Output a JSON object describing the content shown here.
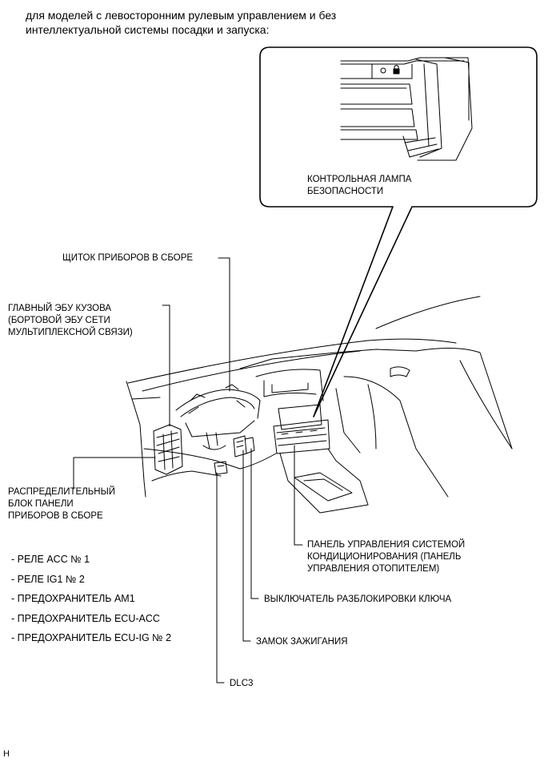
{
  "header": {
    "line1": "для моделей с левосторонним рулевым управлением и без",
    "line2": "интеллектуальной системы посадки и запуска:"
  },
  "callouts": {
    "security_lamp": "КОНТРОЛЬНАЯ ЛАМПА\nБЕЗОПАСНОСТИ",
    "cluster": "ЩИТОК ПРИБОРОВ В СБОРЕ",
    "main_body_ecu": "ГЛАВНЫЙ ЭБУ КУЗОВА\n(БОРТОВОЙ ЭБУ СЕТИ\nМУЛЬТИПЛЕКСНОЙ СВЯЗИ)",
    "junction_block": "РАСПРЕДЕЛИТЕЛЬНЫЙ\nБЛОК ПАНЕЛИ\nПРИБОРОВ В СБОРЕ",
    "ac_panel": "ПАНЕЛЬ УПРАВЛЕНИЯ СИСТЕМОЙ\nКОНДИЦИОНИРОВАНИЯ (ПАНЕЛЬ\nУПРАВЛЕНИЯ ОТОПИТЕЛЕМ)",
    "key_unlock_switch": "ВЫКЛЮЧАТЕЛЬ РАЗБЛОКИРОВКИ КЛЮЧА",
    "ignition_switch": "ЗАМОК ЗАЖИГАНИЯ",
    "dlc3": "DLC3"
  },
  "junction_items": [
    "- РЕЛЕ ACC № 1",
    "- РЕЛЕ IG1 № 2",
    "- ПРЕДОХРАНИТЕЛЬ AM1",
    "- ПРЕДОХРАНИТЕЛЬ ECU-ACC",
    "- ПРЕДОХРАНИТЕЛЬ ECU-IG № 2"
  ],
  "footer": {
    "code": "H"
  },
  "icons": {
    "padlock": "padlock-icon"
  }
}
